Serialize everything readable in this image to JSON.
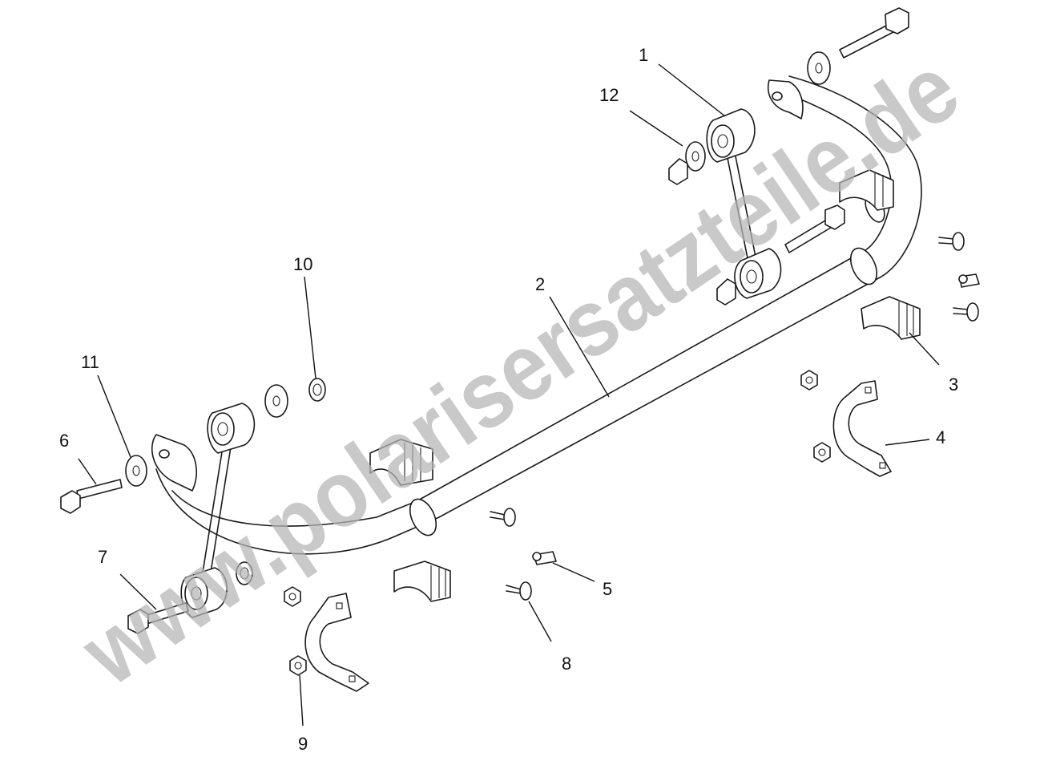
{
  "watermark": "www.polarisersatzteile.de",
  "callouts": {
    "c1": "1",
    "c2": "2",
    "c3": "3",
    "c4": "4",
    "c5": "5",
    "c6": "6",
    "c7": "7",
    "c8": "8",
    "c9": "9",
    "c10": "10",
    "c11": "11",
    "c12": "12"
  }
}
